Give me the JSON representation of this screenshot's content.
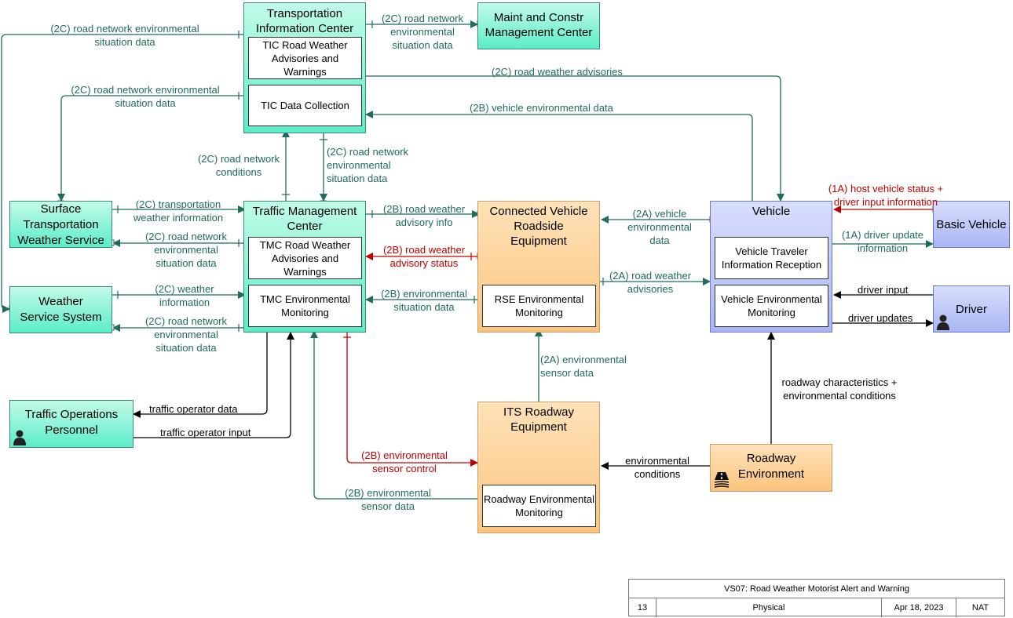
{
  "nodes": {
    "tic": {
      "title": "Transportation Information Center",
      "subs": [
        "TIC Road Weather Advisories and Warnings",
        "TIC Data Collection"
      ]
    },
    "mcm": {
      "title": "Maint and Constr Management Center"
    },
    "stws": {
      "title": "Surface Transportation Weather Service"
    },
    "wss": {
      "title": "Weather Service System"
    },
    "tmc": {
      "title": "Traffic Management Center",
      "subs": [
        "TMC Road Weather Advisories and Warnings",
        "TMC Environmental Monitoring"
      ]
    },
    "cvrse": {
      "title": "Connected Vehicle Roadside Equipment",
      "subs": [
        "RSE Environmental Monitoring"
      ]
    },
    "vehicle": {
      "title": "Vehicle",
      "subs": [
        "Vehicle Traveler Information Reception",
        "Vehicle Environmental Monitoring"
      ]
    },
    "basic": {
      "title": "Basic Vehicle"
    },
    "driver": {
      "title": "Driver"
    },
    "top": {
      "title": "Traffic Operations Personnel"
    },
    "its": {
      "title": "ITS Roadway Equipment",
      "subs": [
        "Roadway Environmental Monitoring"
      ]
    },
    "renv": {
      "title": "Roadway Environment"
    }
  },
  "flows": {
    "f1": "(2C) road network environmental situation data",
    "f2": "(2C) road network environmental situation data",
    "f3": "(2C) road network environmental situation data",
    "f4": "(2C) road weather advisories",
    "f5": "(2B) vehicle environmental data",
    "f6": "(2C) road network conditions",
    "f7": "(2C) road network environmental situation data",
    "f8": "(2C) transportation weather information",
    "f9": "(2C) road network environmental situation data",
    "f10": "(2C) weather information",
    "f11": "(2C) road network environmental situation data",
    "f12": "(2B) road weather advisory info",
    "f13": "(2B) road weather advisory status",
    "f14": "(2B) environmental situation data",
    "f15": "(2A) vehicle environmental data",
    "f16": "(2A) road weather advisories",
    "f17": "(1A) host vehicle status + driver input information",
    "f18": "(1A) driver update information",
    "f19": "driver input",
    "f20": "driver updates",
    "f21": "(2A) environmental sensor data",
    "f22": "roadway characteristics + environmental conditions",
    "f23": "environmental conditions",
    "f24": "traffic operator data",
    "f25": "traffic operator input",
    "f26": "(2B) environmental sensor control",
    "f27": "(2B) environmental sensor data"
  },
  "footer": {
    "title": "VS07: Road Weather Motorist Alert and Warning",
    "page": "13",
    "view": "Physical",
    "date": "Apr 18, 2023",
    "owner": "NAT"
  },
  "colors": {
    "teal": "#1f6b5c",
    "red": "#c00000",
    "black": "#000000"
  }
}
